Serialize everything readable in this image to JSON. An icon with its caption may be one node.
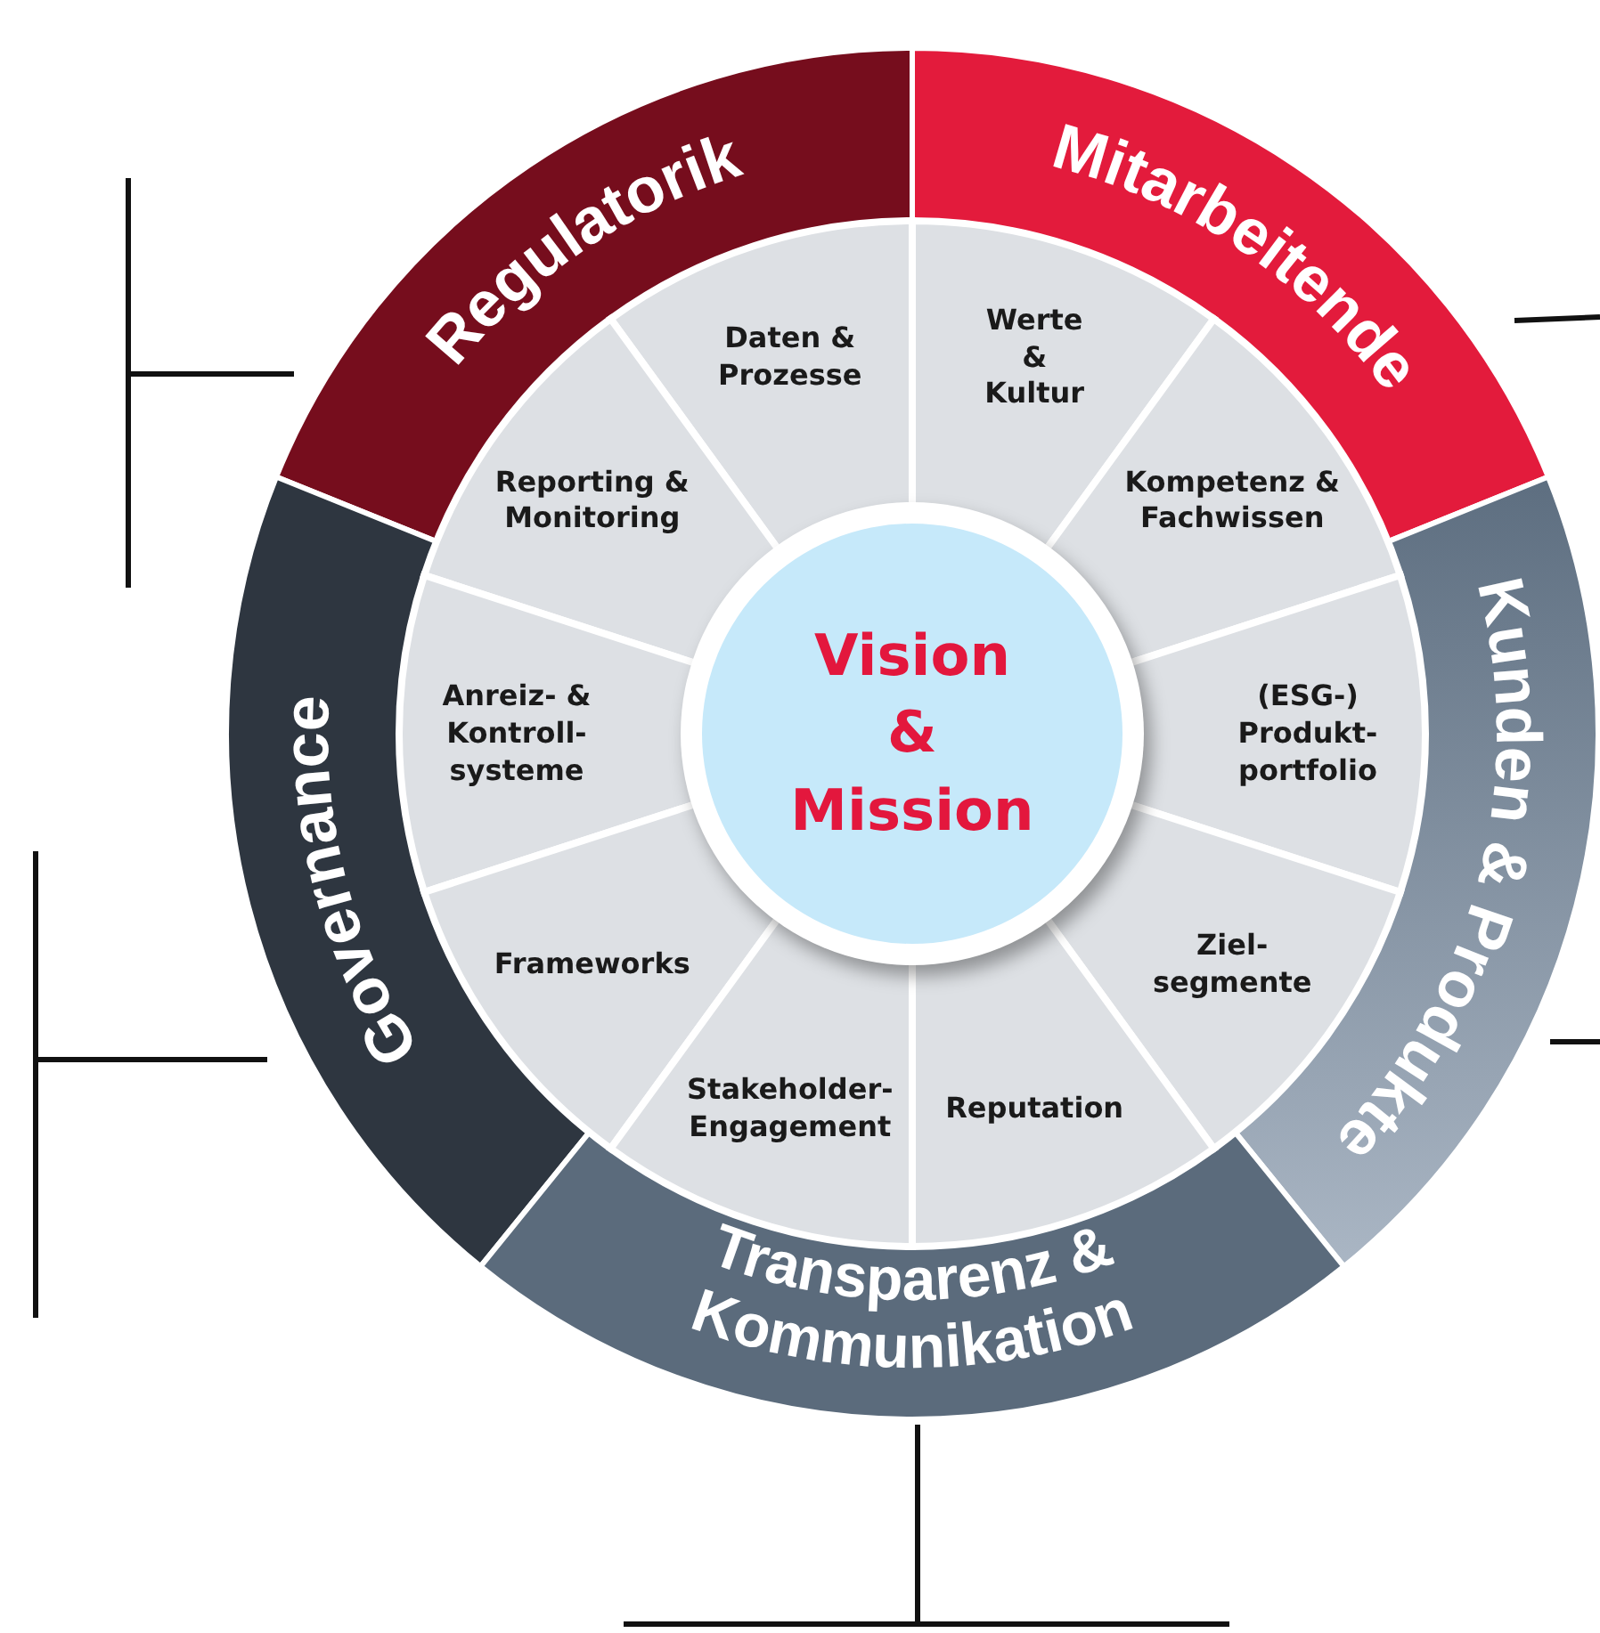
{
  "diagram": {
    "nodes": [
      {
        "text": [
          "Regulatorik"
        ]
      },
      {
        "text": [
          "Mitarbeitende"
        ]
      },
      {
        "text": [
          "Governance"
        ]
      },
      {
        "text": [
          "Kunden & Produkte"
        ]
      },
      {
        "text": [
          "Transparenz & Kommunikation"
        ]
      },
      {
        "text": [
          "Daten & Prozesse"
        ]
      },
      {
        "text": [
          "Werte & Kultur"
        ]
      },
      {
        "text": [
          "Reporting & Monitoring"
        ]
      },
      {
        "text": [
          "Kompetenz & Fachwissen"
        ]
      },
      {
        "text": [
          "Anreiz- & Kontroll- systeme"
        ]
      },
      {
        "text": [
          "Vision & Mission"
        ]
      },
      {
        "text": [
          "(ESG-) Produkt- portfolio"
        ]
      },
      {
        "text": [
          "Frameworks"
        ]
      },
      {
        "text": [
          "Ziel- segmente"
        ]
      },
      {
        "text": [
          "Stakeholder- Engagement"
        ]
      },
      {
        "text": [
          "Reputation"
        ]
      }
    ]
  }
}
